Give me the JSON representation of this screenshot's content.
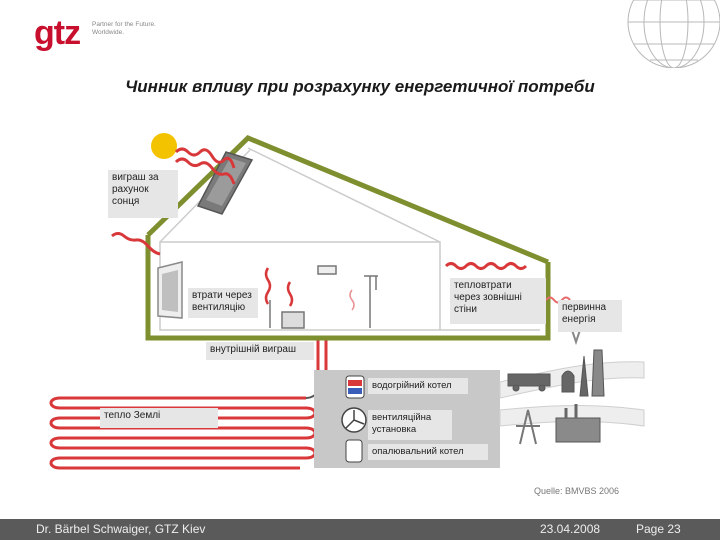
{
  "header": {
    "logo_text": "gtz",
    "tagline_line1": "Partner for the Future.",
    "tagline_line2": "Worldwide.",
    "brand_color": "#c8102e"
  },
  "slide": {
    "title": "Чинник впливу при розрахунку енергетичної потреби"
  },
  "labels": {
    "solar_gain_1": "виграш за",
    "solar_gain_2": "рахунок",
    "solar_gain_3": "сонця",
    "ventilation_loss_1": "втрати через",
    "ventilation_loss_2": "вентиляцію",
    "wall_loss_1": "тепловтрати",
    "wall_loss_2": "через зовнішні",
    "wall_loss_3": "стіни",
    "primary_energy_1": "первинна",
    "primary_energy_2": "енергія",
    "internal_gain": "внутрішній виграш",
    "water_boiler": "водогрійний котел",
    "ventilation_unit_1": "вентиляційна",
    "ventilation_unit_2": "установка",
    "heating_boiler": "опалювальний котел",
    "ground_heat": "тепло Землі"
  },
  "colors": {
    "wall_green": "#7d8f2e",
    "wave_red": "#d9383a",
    "sun_yellow": "#f3c300",
    "box_gray": "#c8c8c8",
    "pipe_gray": "#9a9a9a"
  },
  "source": "Quelle: BMVBS 2006",
  "footer": {
    "author": "Dr. Bärbel Schwaiger, GTZ Kiev",
    "date": "23.04.2008",
    "page": "Page 23"
  }
}
